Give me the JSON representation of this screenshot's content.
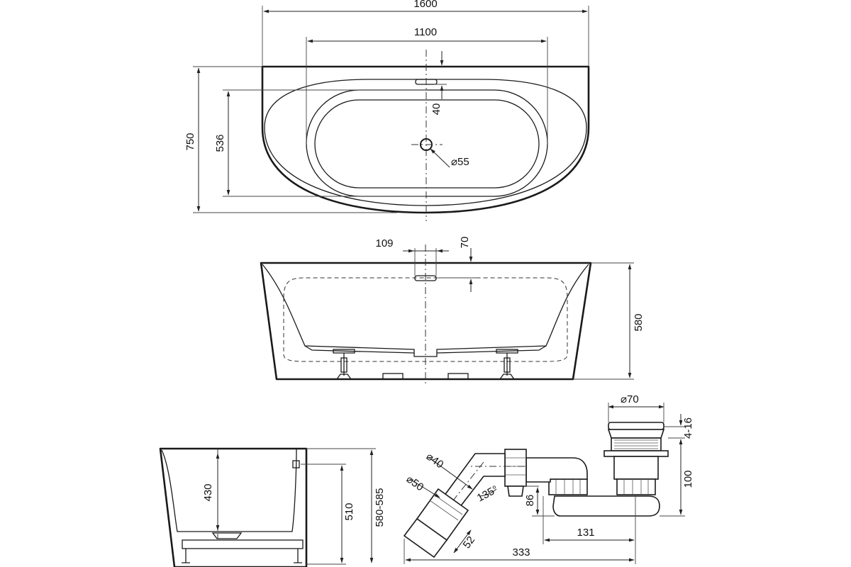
{
  "top_view": {
    "overall_length": "1600",
    "inner_length": "1100",
    "overall_width": "750",
    "inner_width": "536",
    "overflow_offset": "40",
    "drain_diameter": "⌀55"
  },
  "front_view": {
    "overflow_width": "109",
    "overflow_height": "70",
    "overall_height": "580"
  },
  "side_view": {
    "inner_depth": "430",
    "overflow_height": "510",
    "height_range": "580-585"
  },
  "siphon": {
    "outlet_outer_diameter": "⌀50",
    "outlet_inner_diameter": "⌀40",
    "bend_angle": "135°",
    "outlet_length": "52",
    "trap_height": "86",
    "trap_spacing": "131",
    "total_length": "333",
    "drain_cap_diameter": "⌀70",
    "cap_lift": "4-16",
    "drain_height": "100"
  },
  "colors": {
    "line": "#1a1a1a",
    "background": "#ffffff"
  }
}
